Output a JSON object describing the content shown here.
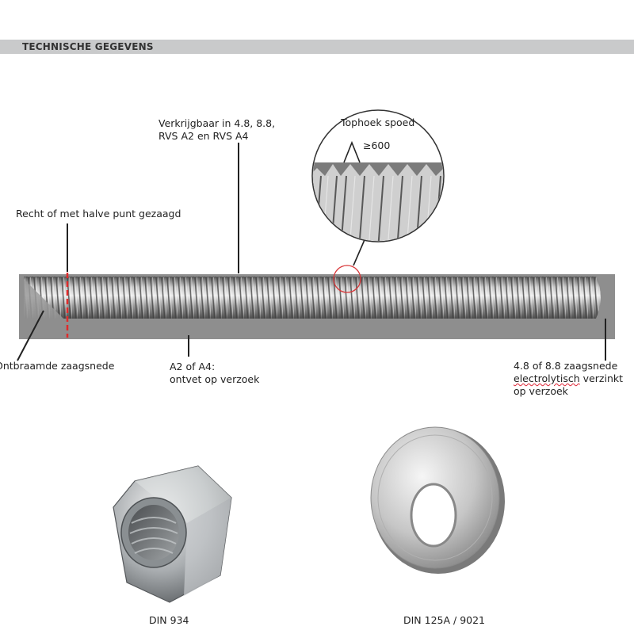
{
  "header": {
    "title": "TECHNISCHE GEGEVENS"
  },
  "callouts": {
    "availability": {
      "line1": "Verkrijgbaar in 4.8, 8.8,",
      "line2": "RVS A2 en RVS A4"
    },
    "pitch": {
      "title": "Tophoek spoed",
      "angle": "≥600"
    },
    "cut": {
      "text": "Recht of met halve punt gezaagd"
    },
    "deburred": {
      "text": "Ontbraamde zaagsnede"
    },
    "grease": {
      "line1": "A2 of A4:",
      "line2": "ontvet op verzoek"
    },
    "galvanized": {
      "line1": "4.8 of 8.8 zaagsnede",
      "line2_a": "electrolytisch",
      "line2_b": " verzinkt",
      "line3": "op verzoek"
    }
  },
  "products": {
    "nut": {
      "label": "DIN 934"
    },
    "washer": {
      "label": "DIN 125A / 9021"
    }
  },
  "colors": {
    "header_bar": "#c9cacb",
    "rod_background": "#8e8e8e",
    "cut_marker": "#e02a2a"
  }
}
